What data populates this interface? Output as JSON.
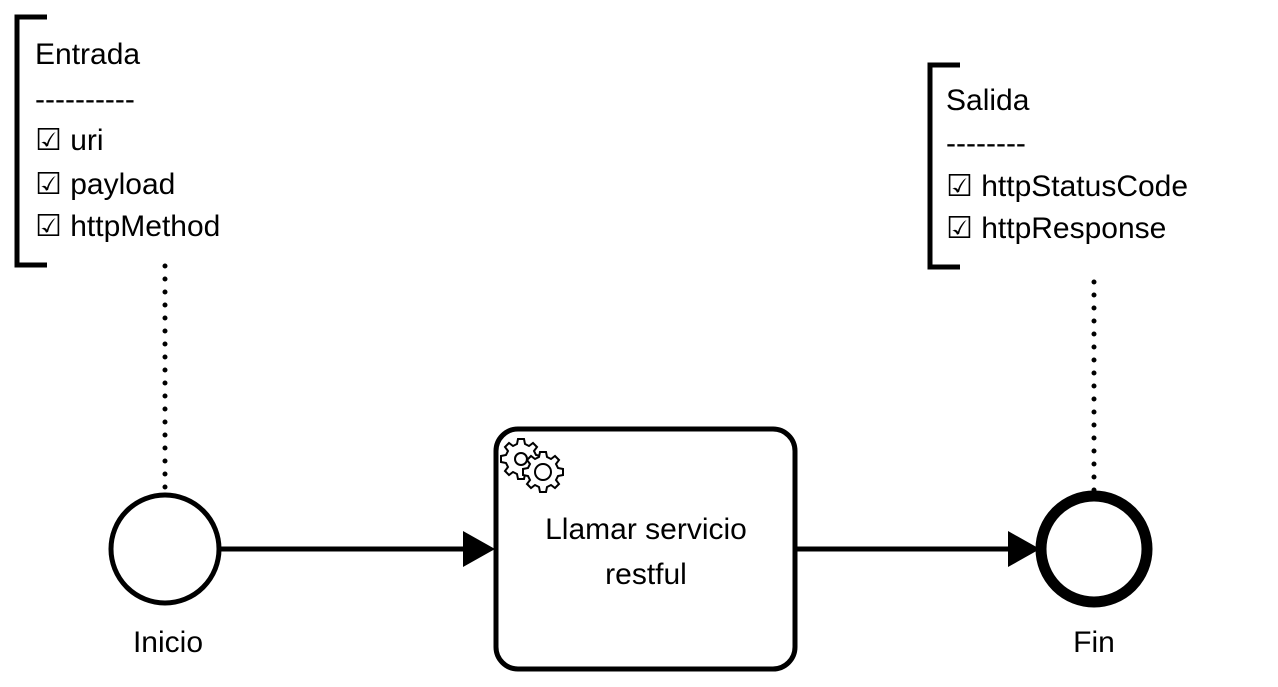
{
  "colors": {
    "stroke": "#000000",
    "background": "#ffffff"
  },
  "input_annotation": {
    "title": "Entrada",
    "separator": "----------",
    "items": [
      "☑ uri",
      "☑ payload",
      "☑ httpMethod"
    ]
  },
  "output_annotation": {
    "title": "Salida",
    "separator": "--------",
    "items": [
      "☑ httpStatusCode",
      "☑ httpResponse"
    ]
  },
  "start_event": {
    "label": "Inicio"
  },
  "task": {
    "type": "service-task",
    "icon": "gears-icon",
    "label_lines": [
      "Llamar servicio",
      "restful"
    ]
  },
  "end_event": {
    "label": "Fin"
  }
}
